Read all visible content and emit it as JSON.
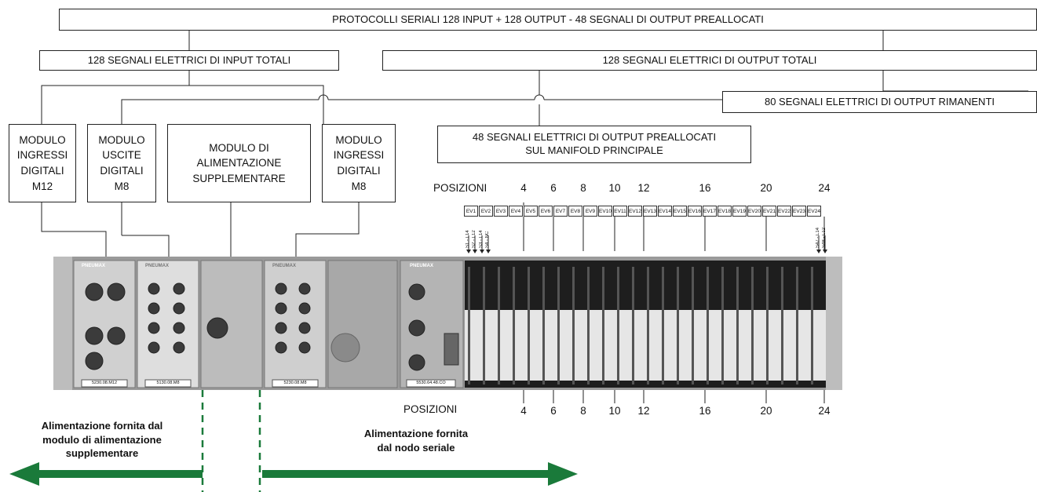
{
  "top_box": "PROTOCOLLI SERIALI 128 INPUT + 128 OUTPUT - 48 SEGNALI DI OUTPUT PREALLOCATI",
  "input_box": "128 SEGNALI ELETTRICI DI INPUT TOTALI",
  "output_box": "128 SEGNALI ELETTRICI DI OUTPUT TOTALI",
  "remaining_box": "80 SEGNALI ELETTRICI DI OUTPUT RIMANENTI",
  "prealloc_box": {
    "line1": "48 SEGNALI ELETTRICI DI OUTPUT PREALLOCATI",
    "line2": "SUL MANIFOLD PRINCIPALE"
  },
  "modules": [
    {
      "lines": [
        "MODULO",
        "INGRESSI",
        "DIGITALI",
        "M12"
      ]
    },
    {
      "lines": [
        "MODULO",
        "USCITE",
        "DIGITALI",
        "M8"
      ]
    },
    {
      "lines": [
        "MODULO DI",
        "ALIMENTAZIONE",
        "SUPPLEMENTARE"
      ]
    },
    {
      "lines": [
        "MODULO",
        "INGRESSI",
        "DIGITALI",
        "M8"
      ]
    }
  ],
  "positions_label": "POSIZIONI",
  "position_numbers": [
    "4",
    "6",
    "8",
    "10",
    "12",
    "16",
    "20",
    "24"
  ],
  "valves": [
    "EV1",
    "EV2",
    "EV3",
    "EV4",
    "EV5",
    "EV6",
    "EV7",
    "EV8",
    "EV9",
    "EV10",
    "EV11",
    "EV12",
    "EV13",
    "EV14",
    "EV15",
    "EV16",
    "EV17",
    "EV18",
    "EV19",
    "EV20",
    "EV21",
    "EV22",
    "EV23",
    "EV24"
  ],
  "signals_left": [
    "S1 - L14",
    "S2 - L12",
    "S3 - L14",
    "S4 - NC"
  ],
  "signals_right": [
    "S47 - L14",
    "S48 - L12"
  ],
  "module_codes": [
    "5230.08.M12",
    "5130.08.M8",
    "",
    "5230.08.M8",
    "",
    "5530.64.48.CO"
  ],
  "brand": "PNEUMAX",
  "note_left": {
    "line1": "Alimentazione fornita dal",
    "line2": "modulo di alimentazione",
    "line3": "supplementare"
  },
  "note_right": {
    "line1": "Alimentazione fornita",
    "line2": "dal nodo seriale"
  },
  "colors": {
    "arrow": "#1a7a3a",
    "dashed": "#1a7a3a"
  }
}
